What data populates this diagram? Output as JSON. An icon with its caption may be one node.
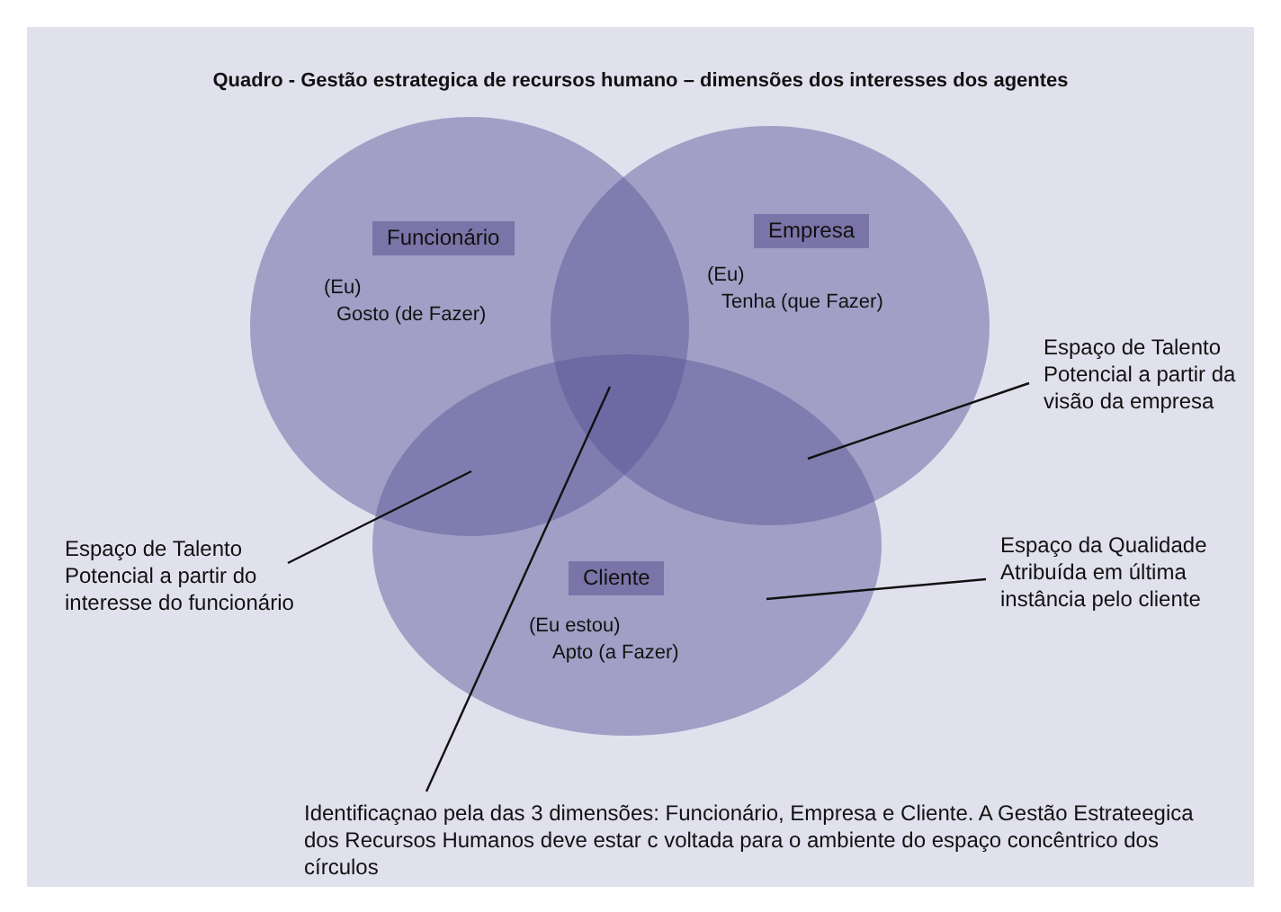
{
  "diagram": {
    "title": "Quadro - Gestão estrategica de recursos humano – dimensões dos interesses dos agentes",
    "nodes": [
      {
        "text": [
          "Funcionário",
          "(Eu)",
          "Gosto (de Fazer)"
        ]
      },
      {
        "text": [
          "Empresa",
          "(Eu)",
          "Tenha (que Fazer)"
        ]
      },
      {
        "text": [
          "Cliente",
          "(Eu estou)",
          "Apto (a Fazer)"
        ]
      },
      {
        "text": [
          "Espaço de Talento Potencial a partir da visão da empresa"
        ]
      },
      {
        "text": [
          "Espaço de Talento Potencial a partir do interesse do funcionário"
        ]
      },
      {
        "text": [
          "Espaço da Qualidade Atribuída em última instância pelo cliente"
        ]
      },
      {
        "text": [
          "Identificaçnao pela das 3 dimensões: Funcionário, Empresa e Cliente. A Gestão Estrateegica dos Recursos Humanos deve estar c voltada para o ambiente do espaço concêntrico dos círculos"
        ]
      }
    ],
    "edges": [
      {
        "from": 3,
        "to": 1,
        "arrow": "none"
      },
      {
        "from": 4,
        "to": 0,
        "arrow": "none"
      },
      {
        "from": 5,
        "to": 2,
        "arrow": "none"
      },
      {
        "from": 6,
        "to": 1,
        "arrow": "none"
      }
    ]
  }
}
